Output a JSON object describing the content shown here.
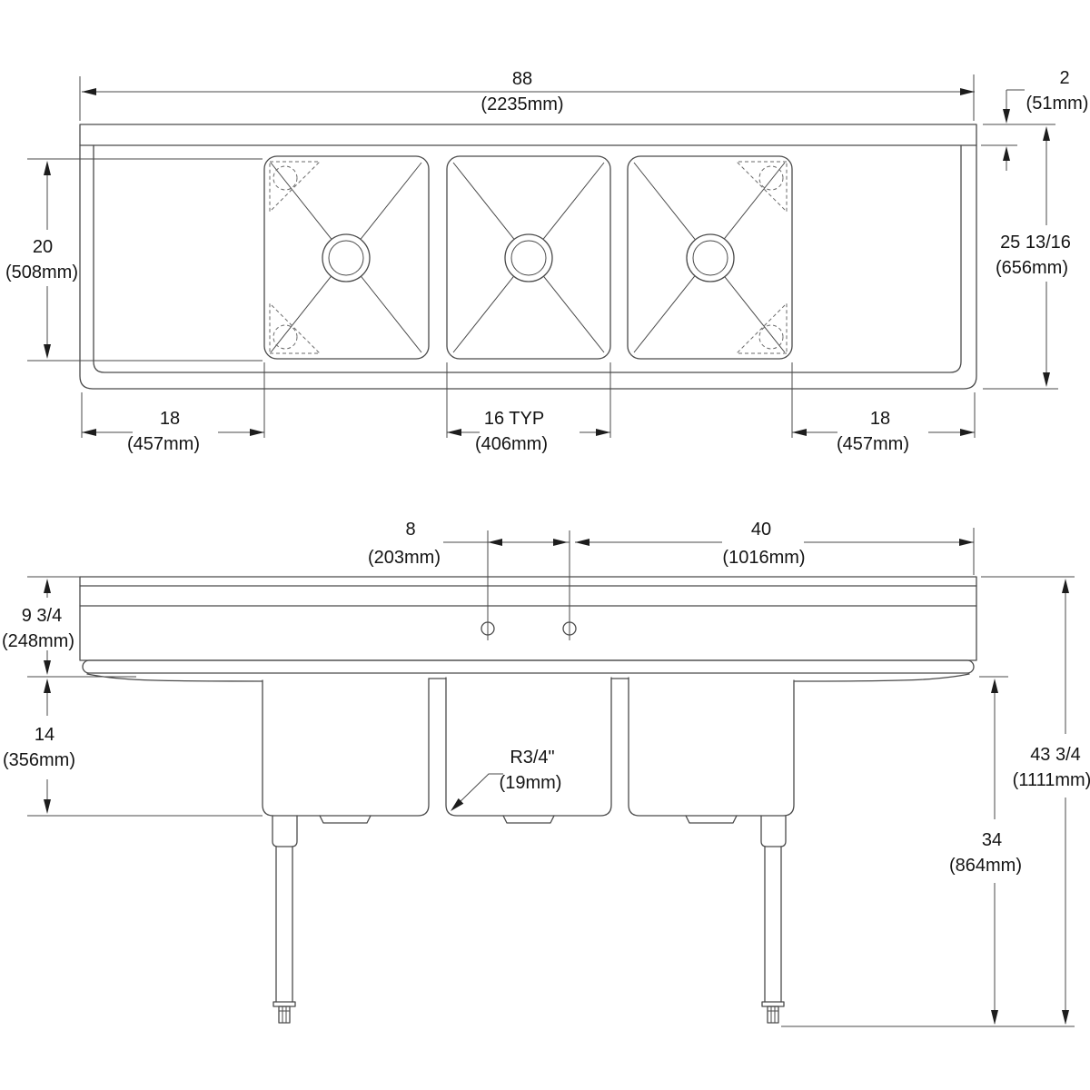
{
  "plan_view": {
    "overall_width_in": "88",
    "overall_width_mm": "(2235mm)",
    "backsplash_in": "2",
    "backsplash_mm": "(51mm)",
    "bowl_front_back_in": "20",
    "bowl_front_back_mm": "(508mm)",
    "overall_depth_in": "25 13/16",
    "overall_depth_mm": "(656mm)",
    "left_drainboard_in": "18",
    "left_drainboard_mm": "(457mm)",
    "bowl_width_in": "16 TYP",
    "bowl_width_mm": "(406mm)",
    "right_drainboard_in": "18",
    "right_drainboard_mm": "(457mm)"
  },
  "front_view": {
    "faucet_hole_spacing_in": "8",
    "faucet_hole_spacing_mm": "(203mm)",
    "faucet_to_right_edge_in": "40",
    "faucet_to_right_edge_mm": "(1016mm)",
    "backsplash_to_rim_in": "9 3/4",
    "backsplash_to_rim_mm": "(248mm)",
    "bowl_depth_in": "14",
    "bowl_depth_mm": "(356mm)",
    "corner_radius_in": "R3/4\"",
    "corner_radius_mm": "(19mm)",
    "overall_height_in": "43 3/4",
    "overall_height_mm": "(1111mm)",
    "work_surface_height_in": "34",
    "work_surface_height_mm": "(864mm)"
  },
  "colors": {
    "line": "#4a4a4a",
    "text": "#141414",
    "background": "#ffffff"
  }
}
